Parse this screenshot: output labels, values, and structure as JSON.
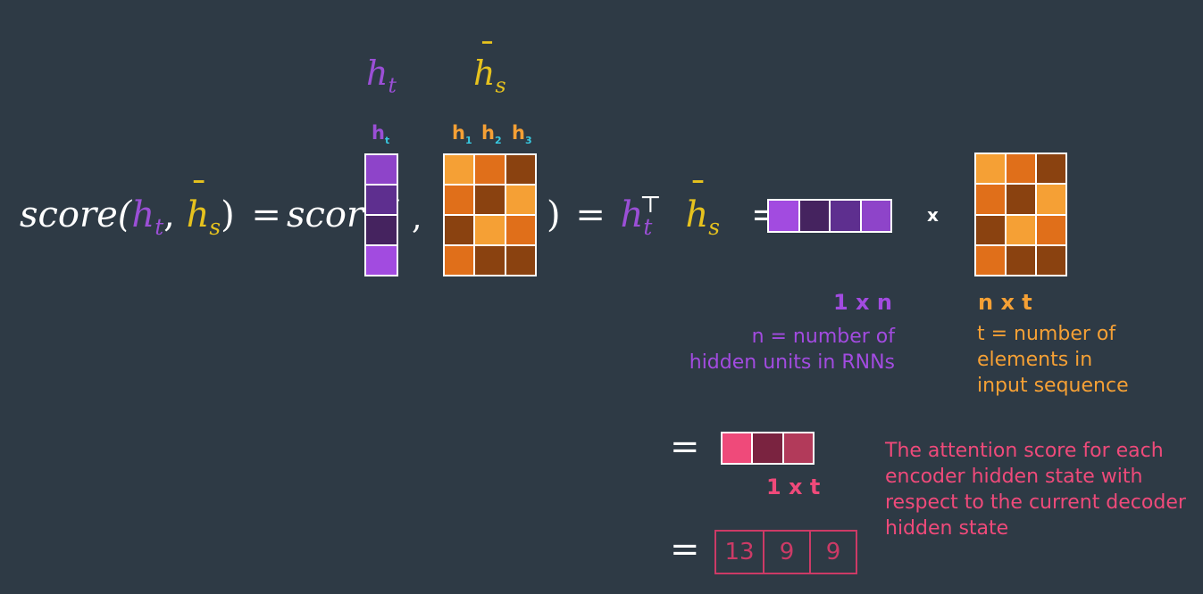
{
  "title_ht": {
    "base": "h",
    "sub": "t"
  },
  "title_hs": {
    "base": "h",
    "sub": "s",
    "bar": "¯"
  },
  "equation": {
    "score_lhs": "score(",
    "comma": ",",
    "rparen": ")",
    "equals": "=",
    "score_rhs": "score(",
    "comma2": ",",
    "rparen2": ")",
    "transpose": "⊤",
    "times": "x"
  },
  "ht_vector": {
    "label": "h",
    "label_sub": "t",
    "colors": [
      "#8e44c9",
      "#5e2f8f",
      "#45235f",
      "#a24be0"
    ]
  },
  "hs_matrix": {
    "labels": [
      {
        "base": "h",
        "sub": "1"
      },
      {
        "base": "h",
        "sub": "2"
      },
      {
        "base": "h",
        "sub": "3"
      }
    ],
    "colors": [
      [
        "#f5a035",
        "#e06f1a",
        "#8a4210"
      ],
      [
        "#e06f1a",
        "#8a4210",
        "#f5a035"
      ],
      [
        "#8a4210",
        "#f5a035",
        "#e06f1a"
      ],
      [
        "#e06f1a",
        "#8a4210",
        "#8a4210"
      ]
    ]
  },
  "row_vector": {
    "colors": [
      "#a24be0",
      "#45235f",
      "#5e2f8f",
      "#8e44c9"
    ],
    "dim": "1 x n",
    "note": [
      "n = number of",
      "hidden units in RNNs"
    ]
  },
  "right_matrix": {
    "colors": [
      [
        "#f5a035",
        "#e06f1a",
        "#8a4210"
      ],
      [
        "#e06f1a",
        "#8a4210",
        "#f5a035"
      ],
      [
        "#8a4210",
        "#f5a035",
        "#e06f1a"
      ],
      [
        "#e06f1a",
        "#8a4210",
        "#8a4210"
      ]
    ],
    "dim": "n x t",
    "note": [
      "t = number of",
      "elements in",
      "input sequence"
    ]
  },
  "result_vector": {
    "colors": [
      "#ef4a7a",
      "#7a2340",
      "#b23a5a"
    ],
    "dim": "1 x t",
    "equals": "="
  },
  "result_values": {
    "equals": "=",
    "values": [
      "13",
      "9",
      "9"
    ]
  },
  "attention_note": [
    "The attention score for each",
    "encoder hidden state with",
    "respect to the current decoder",
    "hidden state"
  ]
}
